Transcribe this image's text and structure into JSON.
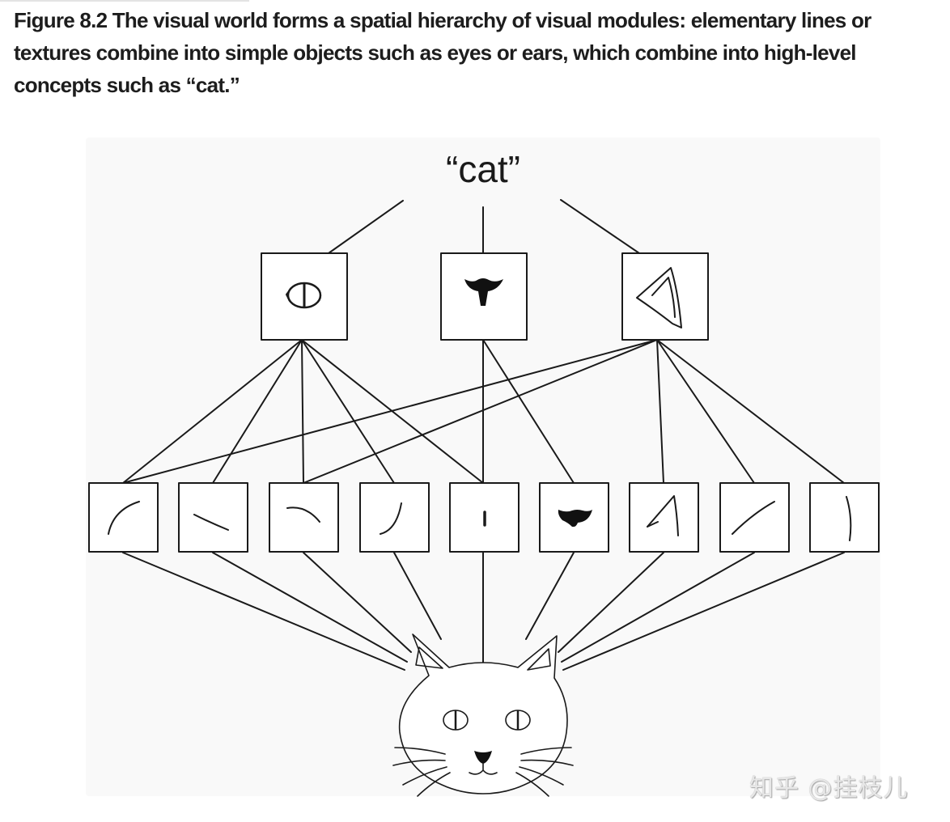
{
  "caption": {
    "text": "Figure 8.2 The visual world forms a spatial hierarchy of visual modules: elementary lines or textures combine into simple objects such as eyes or ears, which combine into high-level concepts such as “cat.”"
  },
  "diagram": {
    "top_concept_label": "“cat”",
    "mid_modules": [
      "eye",
      "nose",
      "ear"
    ],
    "low_modules": [
      "curve",
      "short-line",
      "arc",
      "bent-line",
      "vertical-dash",
      "nose-blob",
      "ear-outline",
      "diagonal-line",
      "long-curve"
    ],
    "line_color": "#1a1a1a"
  },
  "watermark": {
    "text": "知乎 @挂枝儿"
  }
}
